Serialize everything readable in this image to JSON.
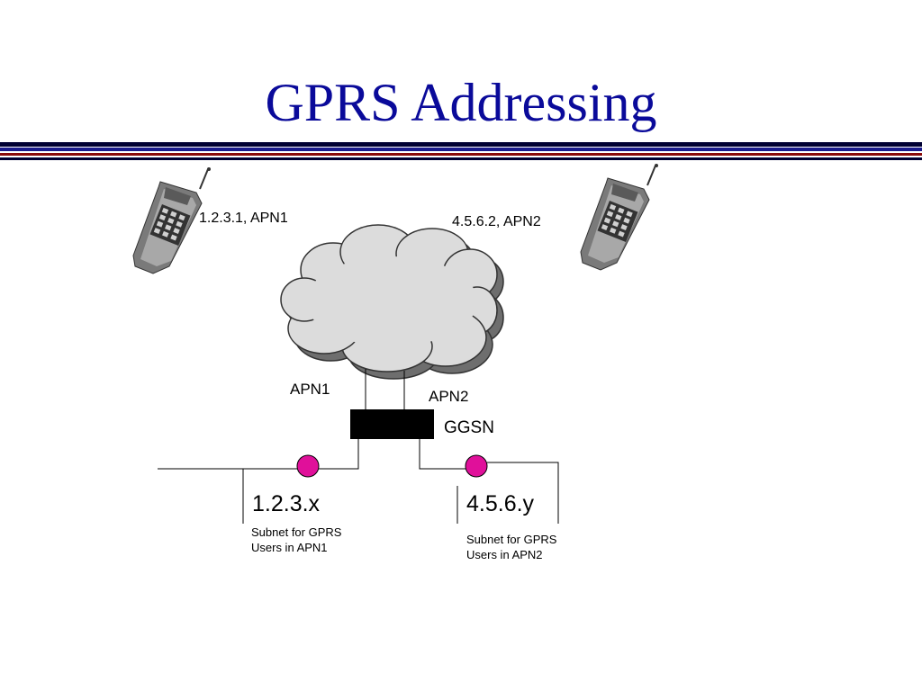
{
  "slide": {
    "title": "GPRS Addressing"
  },
  "diagram": {
    "phone_left_label": "1.2.3.1, APN1",
    "phone_right_label": "4.5.6.2, APN2",
    "apn1_label": "APN1",
    "apn2_label": "APN2",
    "ggsn_label": "GGSN",
    "subnet1": {
      "address": "1.2.3.x",
      "line1": "Subnet for GPRS",
      "line2": "Users in APN1"
    },
    "subnet2": {
      "address": "4.5.6.y",
      "line1": "Subnet for GPRS",
      "line2": "Users in APN2"
    }
  },
  "colors": {
    "title": "#0a0a9a",
    "rule_dark": "#000033",
    "rule_blue": "#1a1a8c",
    "rule_red": "#8b0a0a",
    "cloud_fill": "#dcdcdc",
    "cloud_shadow": "#6e6e6e",
    "host_dot": "#e0109a",
    "ggsn_box": "#000000"
  }
}
